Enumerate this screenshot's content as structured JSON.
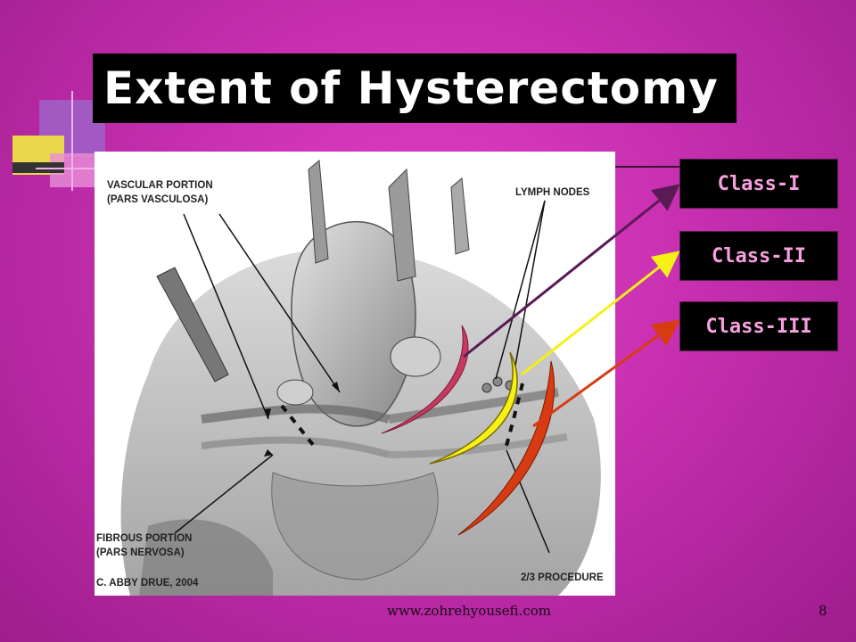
{
  "slide": {
    "title": "Extent of Hysterectomy",
    "footer_url": "www.zohrehyousefi.com",
    "page_number": "8"
  },
  "figure": {
    "labels": {
      "vascular_line1": "VASCULAR PORTION",
      "vascular_line2": "(PARS VASCULOSA)",
      "lymph": "LYMPH NODES",
      "fibrous_line1": "FIBROUS PORTION",
      "fibrous_line2": "(PARS NERVOSA)",
      "credit": "C. ABBY DRUE, 2004",
      "procedure": "2/3 PROCEDURE"
    }
  },
  "classes": [
    {
      "label": "Class-I",
      "color": "#5a1a55"
    },
    {
      "label": "Class-II",
      "color": "#f5f015"
    },
    {
      "label": "Class-III",
      "color": "#d83a12"
    }
  ],
  "colors": {
    "background": "#c62fb0",
    "title_bg": "#000000",
    "title_text": "#ffffff",
    "class_text": "#f7a0de"
  }
}
